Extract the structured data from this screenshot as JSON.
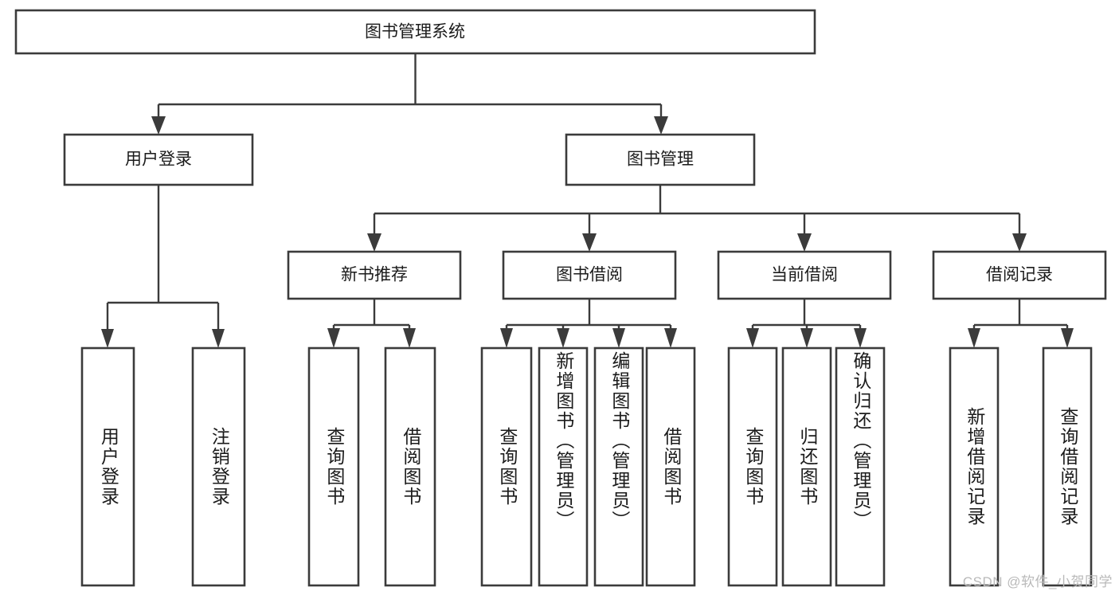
{
  "diagram": {
    "type": "tree",
    "title": "图书管理系统",
    "root": {
      "id": "root",
      "label": "图书管理系统"
    },
    "level2": [
      {
        "id": "user-login",
        "label": "用户登录"
      },
      {
        "id": "book-manage",
        "label": "图书管理"
      }
    ],
    "level3": [
      {
        "id": "new-book-rec",
        "label": "新书推荐",
        "parent": "book-manage"
      },
      {
        "id": "book-borrow",
        "label": "图书借阅",
        "parent": "book-manage"
      },
      {
        "id": "current-borrow",
        "label": "当前借阅",
        "parent": "book-manage"
      },
      {
        "id": "borrow-record",
        "label": "借阅记录",
        "parent": "book-manage"
      }
    ],
    "leaves": [
      {
        "id": "leaf-user-login",
        "label": "用户登录",
        "parent": "user-login"
      },
      {
        "id": "leaf-logout",
        "label": "注销登录",
        "parent": "user-login"
      },
      {
        "id": "leaf-query-book-1",
        "label": "查询图书",
        "parent": "new-book-rec"
      },
      {
        "id": "leaf-borrow-book-1",
        "label": "借阅图书",
        "parent": "new-book-rec"
      },
      {
        "id": "leaf-query-book-2",
        "label": "查询图书",
        "parent": "book-borrow"
      },
      {
        "id": "leaf-add-book",
        "label": "新增图书（管理员）",
        "parent": "book-borrow"
      },
      {
        "id": "leaf-edit-book",
        "label": "编辑图书（管理员）",
        "parent": "book-borrow"
      },
      {
        "id": "leaf-borrow-book-2",
        "label": "借阅图书",
        "parent": "book-borrow"
      },
      {
        "id": "leaf-query-book-3",
        "label": "查询图书",
        "parent": "current-borrow"
      },
      {
        "id": "leaf-return-book",
        "label": "归还图书",
        "parent": "current-borrow"
      },
      {
        "id": "leaf-confirm-return",
        "label": "确认归还（管理员）",
        "parent": "current-borrow"
      },
      {
        "id": "leaf-add-record",
        "label": "新增借阅记录",
        "parent": "borrow-record"
      },
      {
        "id": "leaf-query-record",
        "label": "查询借阅记录",
        "parent": "borrow-record"
      }
    ],
    "colors": {
      "box_stroke": "#3b3b3b",
      "box_fill": "#ffffff",
      "connector": "#3b3b3b",
      "text": "#1b1b1b",
      "background": "#ffffff",
      "watermark": "#b9b9b9"
    }
  },
  "watermark": {
    "text": "CSDN @软件_小贺同学"
  }
}
